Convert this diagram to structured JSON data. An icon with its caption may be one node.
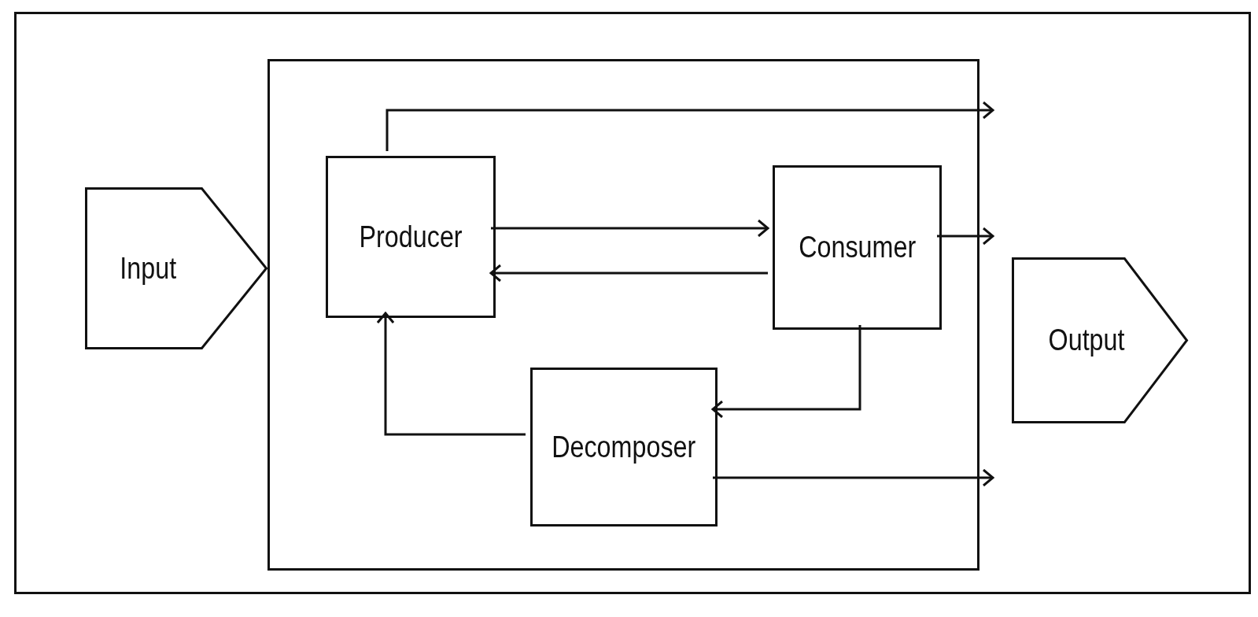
{
  "diagram": {
    "nodes": [
      {
        "text": [],
        "shape": "box"
      },
      {
        "text": [
          "Input"
        ],
        "in": 0
      },
      {
        "text": [],
        "shape": "box",
        "in": 0
      },
      {
        "text": [
          "Producer"
        ],
        "in": 2
      },
      {
        "text": [
          "Consumer"
        ],
        "in": 2
      },
      {
        "text": [
          "Decomposer"
        ],
        "in": 2
      },
      {
        "text": [
          "Output"
        ],
        "in": 0
      }
    ],
    "edges": [
      {
        "from": 3,
        "to": null,
        "arrow": "to"
      },
      {
        "from": 3,
        "to": 4,
        "arrow": "to"
      },
      {
        "from": 4,
        "to": 3,
        "arrow": "to"
      },
      {
        "from": 4,
        "to": null,
        "arrow": "to"
      },
      {
        "from": 4,
        "to": 5,
        "arrow": "to"
      },
      {
        "from": 5,
        "to": 3,
        "arrow": "to"
      },
      {
        "from": 5,
        "to": null,
        "arrow": "to"
      }
    ]
  }
}
